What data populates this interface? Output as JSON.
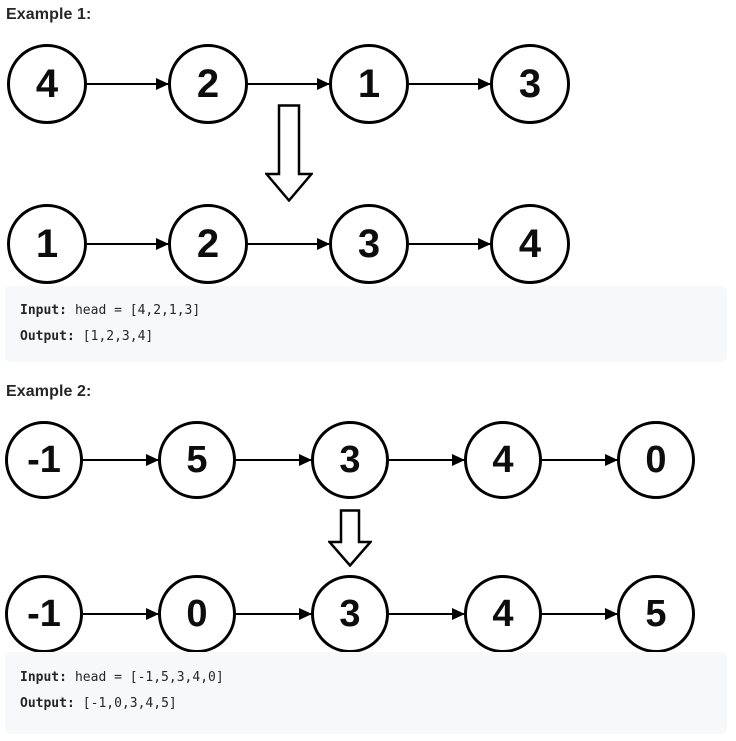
{
  "colors": {
    "page_background": "#ffffff",
    "node_fill": "#ffffff",
    "node_border": "#000000",
    "arrow": "#000000",
    "code_background": "#f7f8fa",
    "text": "#262626"
  },
  "icons": {
    "next_pointer": "right-arrow-icon",
    "transform": "down-block-arrow-icon"
  },
  "examples": [
    {
      "heading": "Example 1:",
      "before_nodes": [
        "4",
        "2",
        "1",
        "3"
      ],
      "after_nodes": [
        "1",
        "2",
        "3",
        "4"
      ],
      "code": {
        "input_label": "Input:",
        "input_value": "head = [4,2,1,3]",
        "output_label": "Output:",
        "output_value": "[1,2,3,4]"
      }
    },
    {
      "heading": "Example 2:",
      "before_nodes": [
        "-1",
        "5",
        "3",
        "4",
        "0"
      ],
      "after_nodes": [
        "-1",
        "0",
        "3",
        "4",
        "5"
      ],
      "code": {
        "input_label": "Input:",
        "input_value": "head = [-1,5,3,4,0]",
        "output_label": "Output:",
        "output_value": "[-1,0,3,4,5]"
      }
    }
  ]
}
